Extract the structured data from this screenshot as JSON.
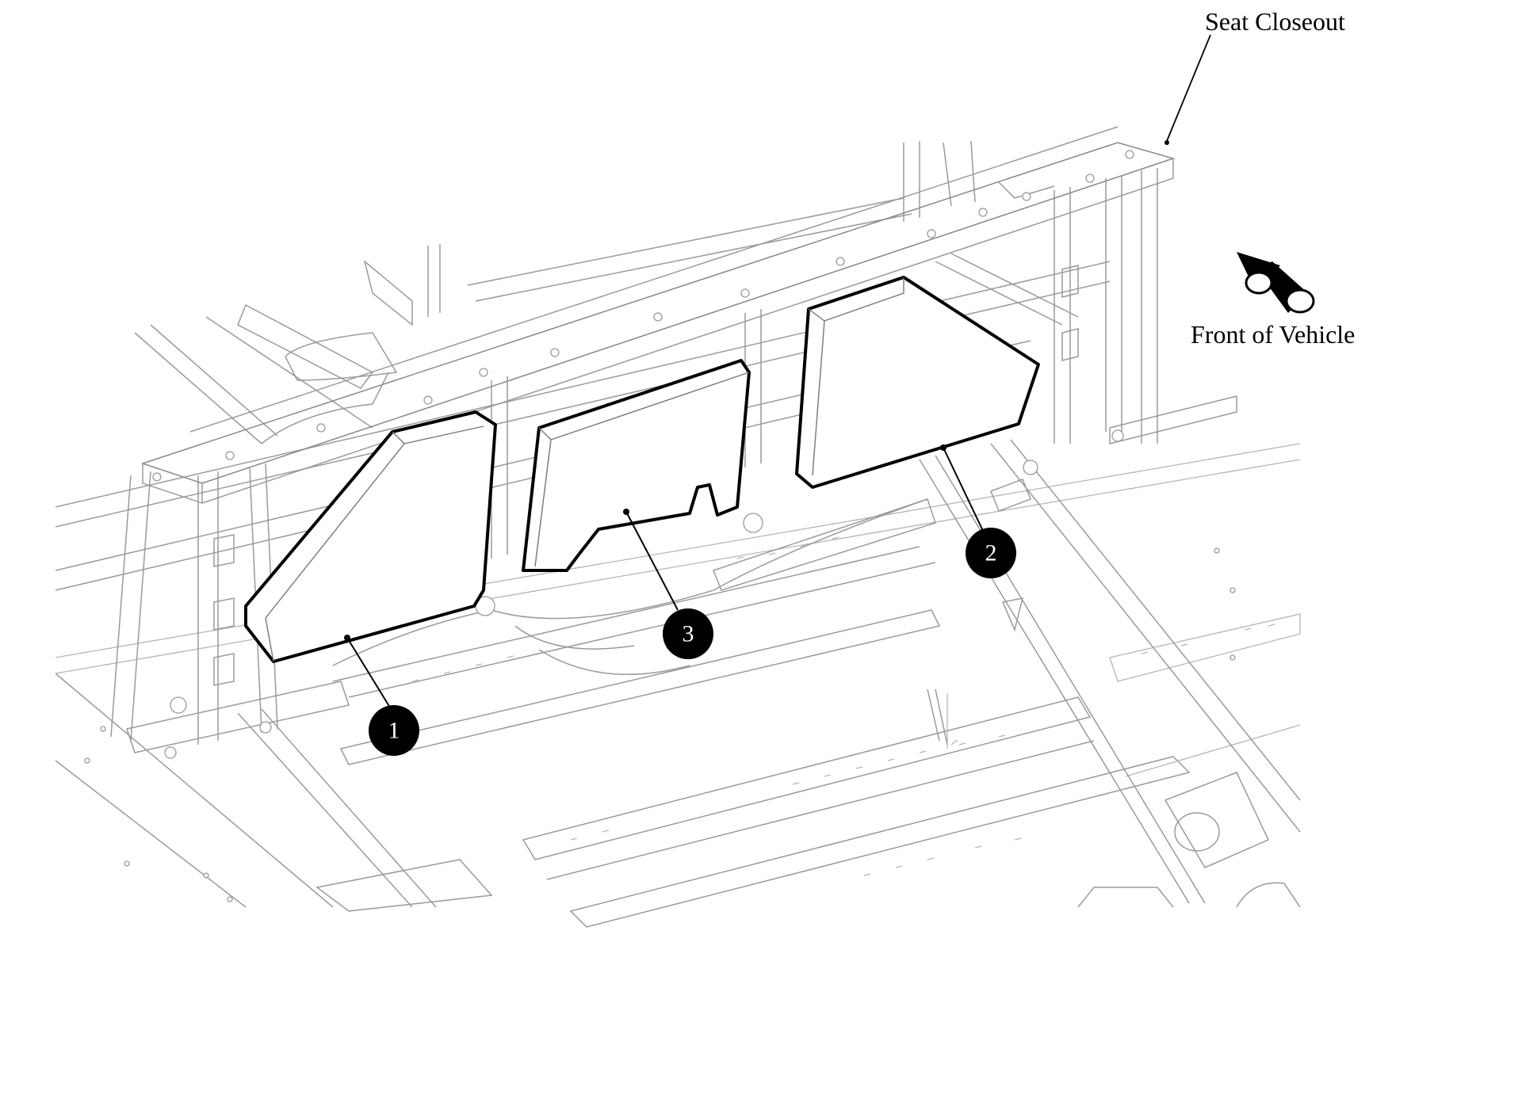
{
  "labels": {
    "seat_closeout": "Seat Closeout",
    "front_of_vehicle": "Front of Vehicle"
  },
  "callouts": [
    {
      "id": "1",
      "text": "1"
    },
    {
      "id": "2",
      "text": "2"
    },
    {
      "id": "3",
      "text": "3"
    }
  ],
  "icons": {
    "direction_arrow": "arrow-icon"
  },
  "colors": {
    "line": "#000000",
    "frame_lines": "#9a9a9a",
    "background": "#ffffff"
  }
}
